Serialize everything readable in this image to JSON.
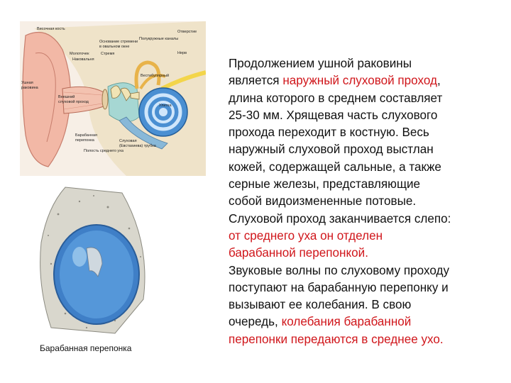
{
  "figure_ear": {
    "labels": {
      "bony_part": "Височная кость",
      "stapes_base": "Основание стремени",
      "in_oval_window": "в овальном окне",
      "malleus": "Молоточек",
      "stapes": "Стремя",
      "incus": "Наковальня",
      "semicircular_canals": "Полукружные каналы",
      "opening": "Отверстие",
      "nerve": "Нерв",
      "vestibular": "Вестибулярный",
      "cochlea": "Улитка",
      "auricle_1": "Ушная",
      "auricle_2": "раковина",
      "ext_canal_1": "Внешний",
      "ext_canal_2": "слуховой проход",
      "eardrum_1": "Барабанная",
      "eardrum_2": "перепонка",
      "eustachian_1": "Слуховая",
      "eustachian_2": "(Евстахиева) трубка",
      "round_window": "Полость среднего уха"
    }
  },
  "figure_drum": {
    "caption": "Барабанная перепонка"
  },
  "text": {
    "l1": "Продолжением ушной раковины",
    "l2_pre": "является ",
    "l2_red": "наружный слуховой проход",
    "l2_post": ",",
    "l3": "длина которого в среднем составляет",
    "l4": "25-30 мм. Хрящевая часть слухового",
    "l5": "прохода переходит в костную. Весь",
    "l6": "наружный слуховой проход выстлан",
    "l7": "кожей, содержащей сальные, а также",
    "l8": "серные железы, представляющие",
    "l9": "собой видоизмененные потовые.",
    "l10": "Слуховой проход заканчивается слепо:",
    "l11_red": "от среднего уха он отделен",
    "l12_red": "барабанной перепонкой.",
    "l13": "Звуковые волны по слуховому проходу",
    "l14": "поступают на барабанную перепонку и",
    "l15": "вызывают ее колебания. В свою",
    "l16_pre": "очередь, ",
    "l16_red": "колебания барабанной",
    "l17_red": "перепонки передаются в среднее ухо."
  },
  "colors": {
    "emphasis": "#d0161b",
    "body_text": "#111111"
  }
}
